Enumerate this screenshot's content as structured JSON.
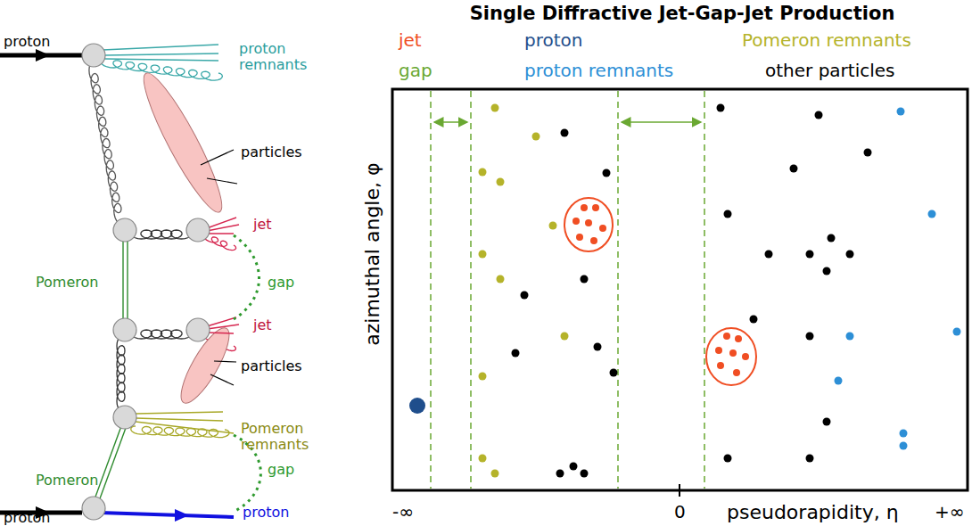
{
  "diagram": {
    "title": "Single Diffractive Jet-Gap-Jet Production",
    "labels": [
      "proton",
      "proton remnants",
      "particles",
      "jet",
      "Pomeron",
      "gap",
      "jet",
      "particles",
      "Pomeron remnants",
      "Pomeron",
      "gap",
      "proton",
      "proton",
      "azimuthal angle, φ",
      "-∞",
      "0",
      "pseudorapidity, η",
      "+∞"
    ],
    "legend": [
      {
        "text": "jet",
        "color": "#f04e23"
      },
      {
        "text": "proton",
        "color": "#1f4e8c"
      },
      {
        "text": "Pomeron remnants",
        "color": "#b5b32a"
      },
      {
        "text": "gap",
        "color": "#6aa832"
      },
      {
        "text": "proton remnants",
        "color": "#2d8fd6"
      },
      {
        "text": "other particles",
        "color": "#000000"
      }
    ]
  }
}
